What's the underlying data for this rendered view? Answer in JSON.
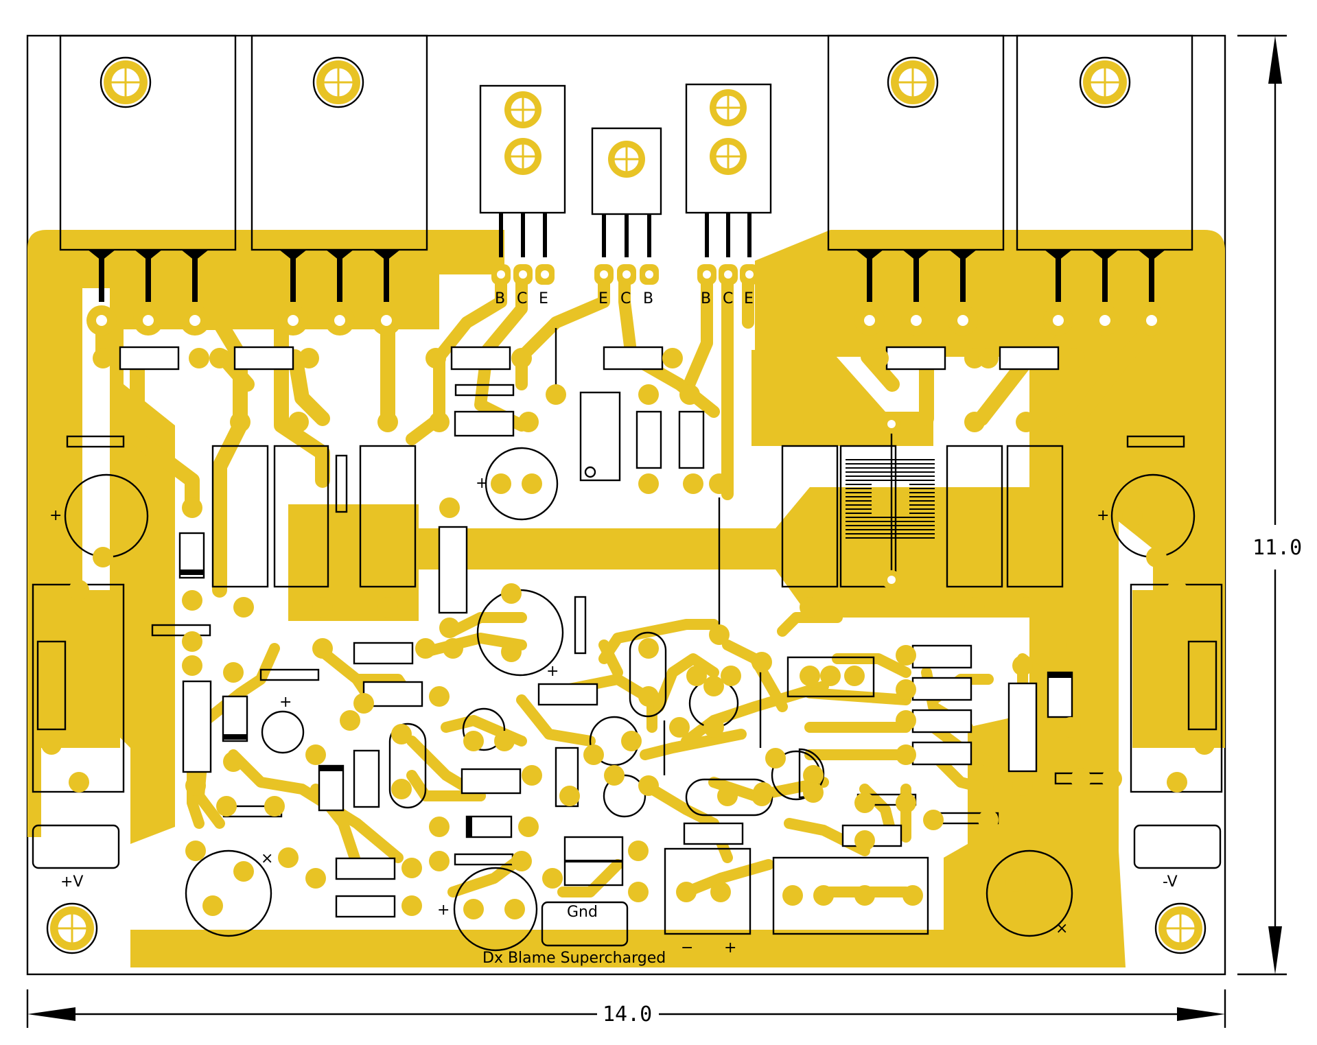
{
  "board": {
    "title": "Dx Blame Supercharged",
    "width_label": "14.0",
    "height_label": "11.0"
  },
  "labels": {
    "pos_supply": "+V",
    "neg_supply": "-V",
    "ground": "Gnd",
    "plus": "+",
    "minus": "−",
    "cross": "×"
  },
  "transistor_pins": {
    "left": [
      "B",
      "C",
      "E"
    ],
    "middle": [
      "E",
      "C",
      "B"
    ],
    "right": [
      "B",
      "C",
      "E"
    ]
  },
  "colors": {
    "copper": "#e8c325",
    "silkscreen": "#000000",
    "background": "#ffffff"
  }
}
